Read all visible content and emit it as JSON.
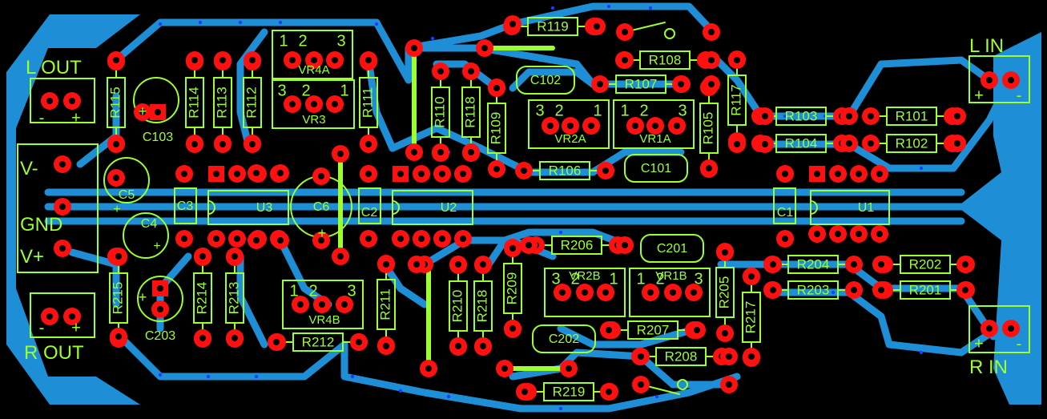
{
  "board": {
    "colors": {
      "background": "#000000",
      "copper": "#1e8fd6",
      "pad": "#ff1010",
      "hole": "#000000",
      "silk": "#9cff2e",
      "jumper": "#9cff2e",
      "via": "#1a3cff"
    },
    "connectors": {
      "l_out": "L OUT",
      "r_out": "R OUT",
      "l_in": "L IN",
      "r_in": "R IN",
      "v_minus": "V-",
      "gnd": "GND",
      "v_plus": "V+",
      "plus": "+",
      "minus": "-"
    },
    "resistors": [
      "R115",
      "R114",
      "R113",
      "R112",
      "R111",
      "R110",
      "R118",
      "R109",
      "R119",
      "R108",
      "R107",
      "R106",
      "R105",
      "R117",
      "R103",
      "R104",
      "R101",
      "R102",
      "R215",
      "R214",
      "R213",
      "R212",
      "R211",
      "R210",
      "R218",
      "R209",
      "R206",
      "R207",
      "R208",
      "R219",
      "R205",
      "R217",
      "R204",
      "R203",
      "R202",
      "R201"
    ],
    "capacitors": {
      "c103": "C103",
      "c5": "C5",
      "c4": "C4",
      "c3": "C3",
      "c6": "C6",
      "c2": "C2",
      "c1": "C1",
      "c203": "C203",
      "c102": "C102",
      "c101": "C101",
      "c201": "C201",
      "c202": "C202"
    },
    "ics": {
      "u3": "U3",
      "u2": "U2",
      "u1": "U1"
    },
    "pots": {
      "vr4a": "VR4A",
      "vr3": "VR3",
      "vr2a": "VR2A",
      "vr1a": "VR1A",
      "vr4b": "VR4B",
      "vr2b": "VR2B",
      "vr1b": "VR1B",
      "pin1": "1",
      "pin2": "2",
      "pin3": "3"
    }
  }
}
